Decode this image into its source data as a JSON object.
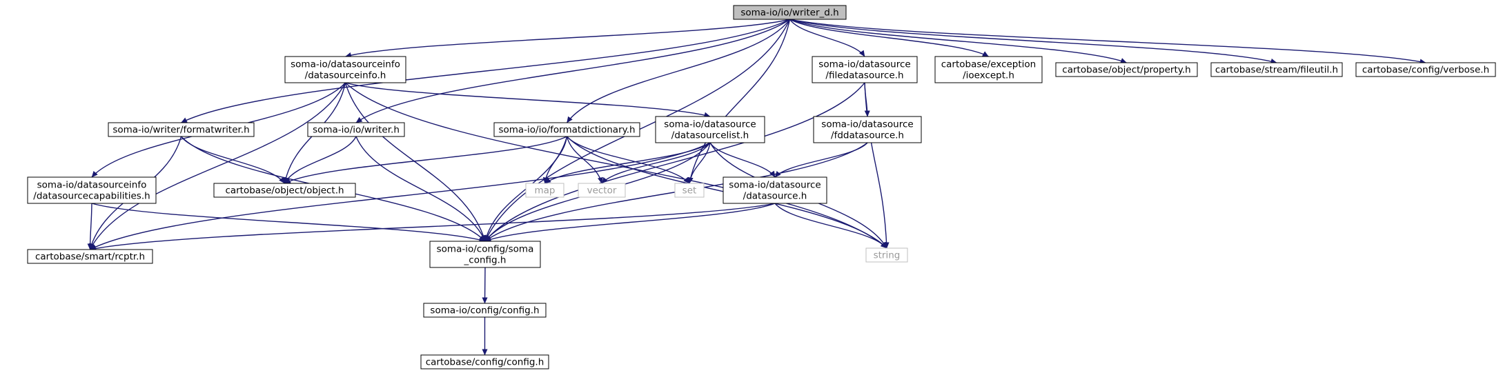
{
  "graph": {
    "colors": {
      "edge": "#191970",
      "root_fill": "#bfbfbf",
      "node_fill": "#ffffff",
      "node_stroke": "#000000",
      "std_stroke": "#bfbfbf",
      "std_text": "#9a9a9a"
    },
    "nodes": [
      {
        "id": "root",
        "kind": "root",
        "lines": [
          "soma-io/io/writer_d.h"
        ]
      },
      {
        "id": "dsinfo",
        "kind": "file",
        "lines": [
          "soma-io/datasourceinfo",
          "/datasourceinfo.h"
        ]
      },
      {
        "id": "fileds",
        "kind": "file",
        "lines": [
          "soma-io/datasource",
          "/filedatasource.h"
        ]
      },
      {
        "id": "ioexcept",
        "kind": "file",
        "lines": [
          "cartobase/exception",
          "/ioexcept.h"
        ]
      },
      {
        "id": "property",
        "kind": "file",
        "lines": [
          "cartobase/object/property.h"
        ]
      },
      {
        "id": "fileutil",
        "kind": "file",
        "lines": [
          "cartobase/stream/fileutil.h"
        ]
      },
      {
        "id": "verbose",
        "kind": "file",
        "lines": [
          "cartobase/config/verbose.h"
        ]
      },
      {
        "id": "formatwriter",
        "kind": "file",
        "lines": [
          "soma-io/writer/formatwriter.h"
        ]
      },
      {
        "id": "writer",
        "kind": "file",
        "lines": [
          "soma-io/io/writer.h"
        ]
      },
      {
        "id": "formatdict",
        "kind": "file",
        "lines": [
          "soma-io/io/formatdictionary.h"
        ]
      },
      {
        "id": "dslist",
        "kind": "file",
        "lines": [
          "soma-io/datasource",
          "/datasourcelist.h"
        ]
      },
      {
        "id": "fdds",
        "kind": "file",
        "lines": [
          "soma-io/datasource",
          "/fddatasource.h"
        ]
      },
      {
        "id": "dscap",
        "kind": "file",
        "lines": [
          "soma-io/datasourceinfo",
          "/datasourcecapabilities.h"
        ]
      },
      {
        "id": "object",
        "kind": "file",
        "lines": [
          "cartobase/object/object.h"
        ]
      },
      {
        "id": "map",
        "kind": "std",
        "lines": [
          "map"
        ]
      },
      {
        "id": "vector",
        "kind": "std",
        "lines": [
          "vector"
        ]
      },
      {
        "id": "set",
        "kind": "std",
        "lines": [
          "set"
        ]
      },
      {
        "id": "datasource",
        "kind": "file",
        "lines": [
          "soma-io/datasource",
          "/datasource.h"
        ]
      },
      {
        "id": "rcptr",
        "kind": "file",
        "lines": [
          "cartobase/smart/rcptr.h"
        ]
      },
      {
        "id": "somaconfig",
        "kind": "file",
        "lines": [
          "soma-io/config/soma",
          "_config.h"
        ]
      },
      {
        "id": "string",
        "kind": "std",
        "lines": [
          "string"
        ]
      },
      {
        "id": "config",
        "kind": "file",
        "lines": [
          "soma-io/config/config.h"
        ]
      },
      {
        "id": "cbconfig",
        "kind": "file",
        "lines": [
          "cartobase/config/config.h"
        ]
      }
    ],
    "edges": [
      [
        "root",
        "dsinfo"
      ],
      [
        "root",
        "fileds"
      ],
      [
        "root",
        "ioexcept"
      ],
      [
        "root",
        "property"
      ],
      [
        "root",
        "fileutil"
      ],
      [
        "root",
        "verbose"
      ],
      [
        "root",
        "formatwriter"
      ],
      [
        "root",
        "writer"
      ],
      [
        "root",
        "formatdict"
      ],
      [
        "root",
        "somaconfig"
      ],
      [
        "root",
        "set"
      ],
      [
        "dsinfo",
        "dslist"
      ],
      [
        "dsinfo",
        "dscap"
      ],
      [
        "dsinfo",
        "object"
      ],
      [
        "dsinfo",
        "rcptr"
      ],
      [
        "dsinfo",
        "somaconfig"
      ],
      [
        "dsinfo",
        "string"
      ],
      [
        "fileds",
        "fdds"
      ],
      [
        "fileds",
        "somaconfig"
      ],
      [
        "fileds",
        "string"
      ],
      [
        "formatwriter",
        "object"
      ],
      [
        "formatwriter",
        "rcptr"
      ],
      [
        "formatwriter",
        "somaconfig"
      ],
      [
        "writer",
        "object"
      ],
      [
        "writer",
        "somaconfig"
      ],
      [
        "formatdict",
        "object"
      ],
      [
        "formatdict",
        "map"
      ],
      [
        "formatdict",
        "vector"
      ],
      [
        "formatdict",
        "set"
      ],
      [
        "formatdict",
        "somaconfig"
      ],
      [
        "formatdict",
        "string"
      ],
      [
        "dslist",
        "map"
      ],
      [
        "dslist",
        "vector"
      ],
      [
        "dslist",
        "set"
      ],
      [
        "dslist",
        "datasource"
      ],
      [
        "dslist",
        "rcptr"
      ],
      [
        "dslist",
        "somaconfig"
      ],
      [
        "dslist",
        "string"
      ],
      [
        "fdds",
        "datasource"
      ],
      [
        "fdds",
        "somaconfig"
      ],
      [
        "dscap",
        "rcptr"
      ],
      [
        "dscap",
        "somaconfig"
      ],
      [
        "datasource",
        "rcptr"
      ],
      [
        "datasource",
        "somaconfig"
      ],
      [
        "datasource",
        "string"
      ],
      [
        "somaconfig",
        "config"
      ],
      [
        "config",
        "cbconfig"
      ]
    ]
  }
}
